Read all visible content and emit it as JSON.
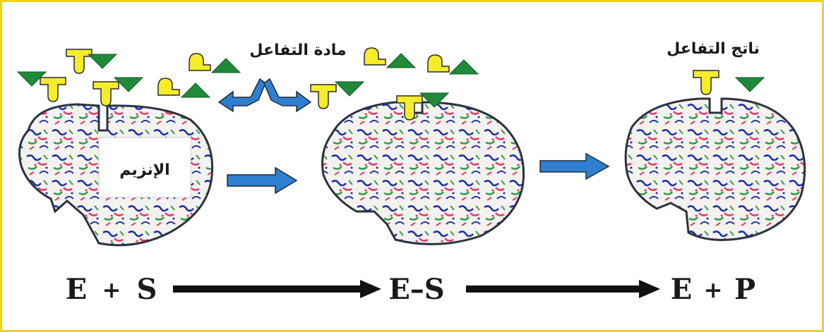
{
  "labels": {
    "substrate": "مادة التفاعل",
    "product": "ناتج التفاعل",
    "enzyme": "الإنزيم"
  },
  "equation": {
    "e": "E",
    "plus1": "+",
    "s": "S",
    "es": "E–S",
    "e2": "E",
    "plus2": "+",
    "p": "P"
  },
  "colors": {
    "border": "#f2d21b",
    "green": "#1f8a3a",
    "yellow": "#f5ec2a",
    "blue_arrow": "#2f7fd0",
    "enzyme_outline": "#2a3340",
    "text": "#1a1a1a"
  }
}
